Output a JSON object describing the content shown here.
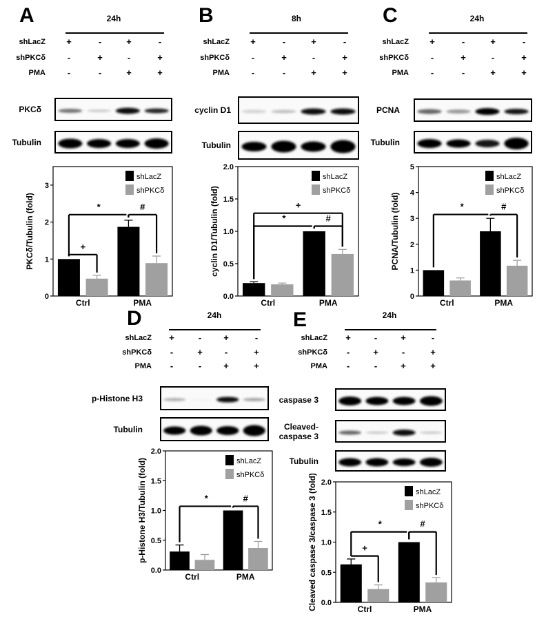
{
  "treatment_rows": [
    {
      "label": "shLacZ",
      "signs": [
        "+",
        "-",
        "+",
        "-"
      ]
    },
    {
      "label": "shPKCδ",
      "signs": [
        "-",
        "+",
        "-",
        "+"
      ]
    },
    {
      "label": "PMA",
      "signs": [
        "-",
        "-",
        "+",
        "+"
      ]
    }
  ],
  "panels": [
    {
      "letter": "A",
      "time": "24h",
      "blots": [
        {
          "label": "PKCδ",
          "intensity": [
            0.55,
            0.2,
            0.95,
            0.85
          ],
          "thickness": [
            6,
            4,
            9,
            7
          ]
        },
        {
          "label": "Tubulin",
          "intensity": [
            1,
            1,
            1,
            1
          ],
          "thickness": [
            14,
            13,
            13,
            15
          ]
        }
      ]
    },
    {
      "letter": "B",
      "time": "8h",
      "blots": [
        {
          "label": "cyclin D1",
          "intensity": [
            0.18,
            0.25,
            0.95,
            0.95
          ],
          "thickness": [
            5,
            5,
            9,
            9
          ]
        },
        {
          "label": "Tubulin",
          "intensity": [
            1,
            1,
            1,
            1
          ],
          "thickness": [
            14,
            17,
            15,
            19
          ]
        }
      ]
    },
    {
      "letter": "C",
      "time": "24h",
      "blots": [
        {
          "label": "PCNA",
          "intensity": [
            0.6,
            0.4,
            1,
            0.9
          ],
          "thickness": [
            7,
            6,
            10,
            8
          ]
        },
        {
          "label": "Tubulin",
          "intensity": [
            1,
            1,
            0.9,
            1
          ],
          "thickness": [
            13,
            12,
            11,
            17
          ]
        }
      ]
    },
    {
      "letter": "D",
      "time": "24h",
      "blots": [
        {
          "label": "p-Histone H3",
          "intensity": [
            0.3,
            0.05,
            0.95,
            0.35
          ],
          "thickness": [
            5,
            3,
            8,
            5
          ]
        },
        {
          "label": "Tubulin",
          "intensity": [
            1,
            1,
            1,
            1
          ],
          "thickness": [
            12,
            14,
            13,
            16
          ]
        }
      ]
    },
    {
      "letter": "E",
      "time": "24h",
      "blots": [
        {
          "label": "caspase 3",
          "intensity": [
            1,
            1,
            1,
            1
          ],
          "thickness": [
            13,
            12,
            12,
            14
          ]
        },
        {
          "label": "Cleaved-\ncaspase 3",
          "label_lines": [
            "Cleaved-",
            "caspase 3"
          ],
          "intensity": [
            0.6,
            0.2,
            0.95,
            0.2
          ],
          "thickness": [
            6,
            4,
            9,
            4
          ]
        },
        {
          "label": "Tubulin",
          "intensity": [
            1,
            1,
            1,
            1
          ],
          "thickness": [
            12,
            12,
            11,
            13
          ]
        }
      ]
    }
  ],
  "legend": [
    {
      "label": "shLacZ",
      "color": "#000000"
    },
    {
      "label": "shPKCδ",
      "color": "#a0a0a0"
    }
  ],
  "chart_data": [
    {
      "panel": "A",
      "type": "bar",
      "categories": [
        "Ctrl",
        "PMA"
      ],
      "series": [
        {
          "name": "shLacZ",
          "values": [
            1.0,
            1.87
          ],
          "errors": [
            0.0,
            0.18
          ],
          "color": "#000000"
        },
        {
          "name": "shPKCδ",
          "values": [
            0.47,
            0.89
          ],
          "errors": [
            0.09,
            0.19
          ],
          "color": "#a0a0a0"
        }
      ],
      "ylabel": "PKCδ/Tubulin (fold)",
      "ylim": [
        0,
        3.5
      ],
      "yticks": [
        0,
        1,
        2,
        3
      ],
      "ytick_labels": [
        "0",
        "1",
        "2",
        "3"
      ],
      "legend_position": "upper right",
      "annotations": [
        {
          "symbol": "*",
          "from": "Ctrl-shLacZ",
          "to": "PMA-shLacZ",
          "y": 2.2
        },
        {
          "symbol": "#",
          "from": "PMA-shLacZ",
          "to": "PMA-shPKCδ",
          "y": 2.2
        },
        {
          "symbol": "+",
          "from": "Ctrl-shLacZ",
          "to": "Ctrl-shPKCδ",
          "y": 1.12
        }
      ]
    },
    {
      "panel": "B",
      "type": "bar",
      "categories": [
        "Ctrl",
        "PMA"
      ],
      "series": [
        {
          "name": "shLacZ",
          "values": [
            0.2,
            1.0
          ],
          "errors": [
            0.02,
            0.0
          ],
          "color": "#000000"
        },
        {
          "name": "shPKCδ",
          "values": [
            0.18,
            0.65
          ],
          "errors": [
            0.02,
            0.07
          ],
          "color": "#a0a0a0"
        }
      ],
      "ylabel": "cyclin D1/Tubulin (fold)",
      "ylim": [
        0,
        2.0
      ],
      "yticks": [
        0,
        0.5,
        1.0,
        1.5,
        2.0
      ],
      "ytick_labels": [
        "0.0",
        "0.5",
        "1.0",
        "1.5",
        "2.0"
      ],
      "legend_position": "upper right",
      "annotations": [
        {
          "symbol": "+",
          "from": "Ctrl-shLacZ",
          "to": "PMA-shPKCδ",
          "y": 1.28
        },
        {
          "symbol": "*",
          "from": "Ctrl-shLacZ",
          "to": "PMA-shLacZ",
          "y": 1.08
        },
        {
          "symbol": "#",
          "from": "PMA-shLacZ",
          "to": "PMA-shPKCδ",
          "y": 1.08
        }
      ]
    },
    {
      "panel": "C",
      "type": "bar",
      "categories": [
        "Ctrl",
        "PMA"
      ],
      "series": [
        {
          "name": "shLacZ",
          "values": [
            1.0,
            2.5
          ],
          "errors": [
            0.0,
            0.5
          ],
          "color": "#000000"
        },
        {
          "name": "shPKCδ",
          "values": [
            0.6,
            1.17
          ],
          "errors": [
            0.1,
            0.21
          ],
          "color": "#a0a0a0"
        }
      ],
      "ylabel": "PCNA/Tubulin (fold)",
      "ylim": [
        0,
        5
      ],
      "yticks": [
        0,
        1,
        2,
        3,
        4,
        5
      ],
      "ytick_labels": [
        "0",
        "1",
        "2",
        "3",
        "4",
        "5"
      ],
      "legend_position": "upper right",
      "annotations": [
        {
          "symbol": "*",
          "from": "Ctrl-shLacZ",
          "to": "PMA-shLacZ",
          "y": 3.15
        },
        {
          "symbol": "#",
          "from": "PMA-shLacZ",
          "to": "PMA-shPKCδ",
          "y": 3.15
        }
      ]
    },
    {
      "panel": "D",
      "type": "bar",
      "categories": [
        "Ctrl",
        "PMA"
      ],
      "series": [
        {
          "name": "shLacZ",
          "values": [
            0.31,
            1.0
          ],
          "errors": [
            0.11,
            0.0
          ],
          "color": "#000000"
        },
        {
          "name": "shPKCδ",
          "values": [
            0.17,
            0.37
          ],
          "errors": [
            0.09,
            0.11
          ],
          "color": "#a0a0a0"
        }
      ],
      "ylabel": "p-Histone H3/Tubulin (fold)",
      "ylim": [
        0,
        2.0
      ],
      "yticks": [
        0,
        0.5,
        1.0,
        1.5,
        2.0
      ],
      "ytick_labels": [
        "0.0",
        "0.5",
        "1.0",
        "1.5",
        "2.0"
      ],
      "legend_position": "upper right",
      "annotations": [
        {
          "symbol": "*",
          "from": "Ctrl-shLacZ",
          "to": "PMA-shLacZ",
          "y": 1.07
        },
        {
          "symbol": "#",
          "from": "PMA-shLacZ",
          "to": "PMA-shPKCδ",
          "y": 1.07
        }
      ]
    },
    {
      "panel": "E",
      "type": "bar",
      "categories": [
        "Ctrl",
        "PMA"
      ],
      "series": [
        {
          "name": "shLacZ",
          "values": [
            0.63,
            1.0
          ],
          "errors": [
            0.09,
            0.0
          ],
          "color": "#000000"
        },
        {
          "name": "shPKCδ",
          "values": [
            0.22,
            0.33
          ],
          "errors": [
            0.07,
            0.08
          ],
          "color": "#a0a0a0"
        }
      ],
      "ylabel": "Cleaved caspase 3/caspase 3 (fold)",
      "ylim": [
        0,
        2.0
      ],
      "yticks": [
        0,
        0.5,
        1.0,
        1.5,
        2.0
      ],
      "ytick_labels": [
        "0.0",
        "0.5",
        "1.0",
        "1.5",
        "2.0"
      ],
      "legend_position": "upper right",
      "annotations": [
        {
          "symbol": "*",
          "from": "Ctrl-shLacZ",
          "to": "PMA-shLacZ",
          "y": 1.17
        },
        {
          "symbol": "#",
          "from": "PMA-shLacZ",
          "to": "PMA-shPKCδ",
          "y": 1.17
        },
        {
          "symbol": "+",
          "from": "Ctrl-shLacZ",
          "to": "Ctrl-shPKCδ",
          "y": 0.77
        }
      ]
    }
  ]
}
